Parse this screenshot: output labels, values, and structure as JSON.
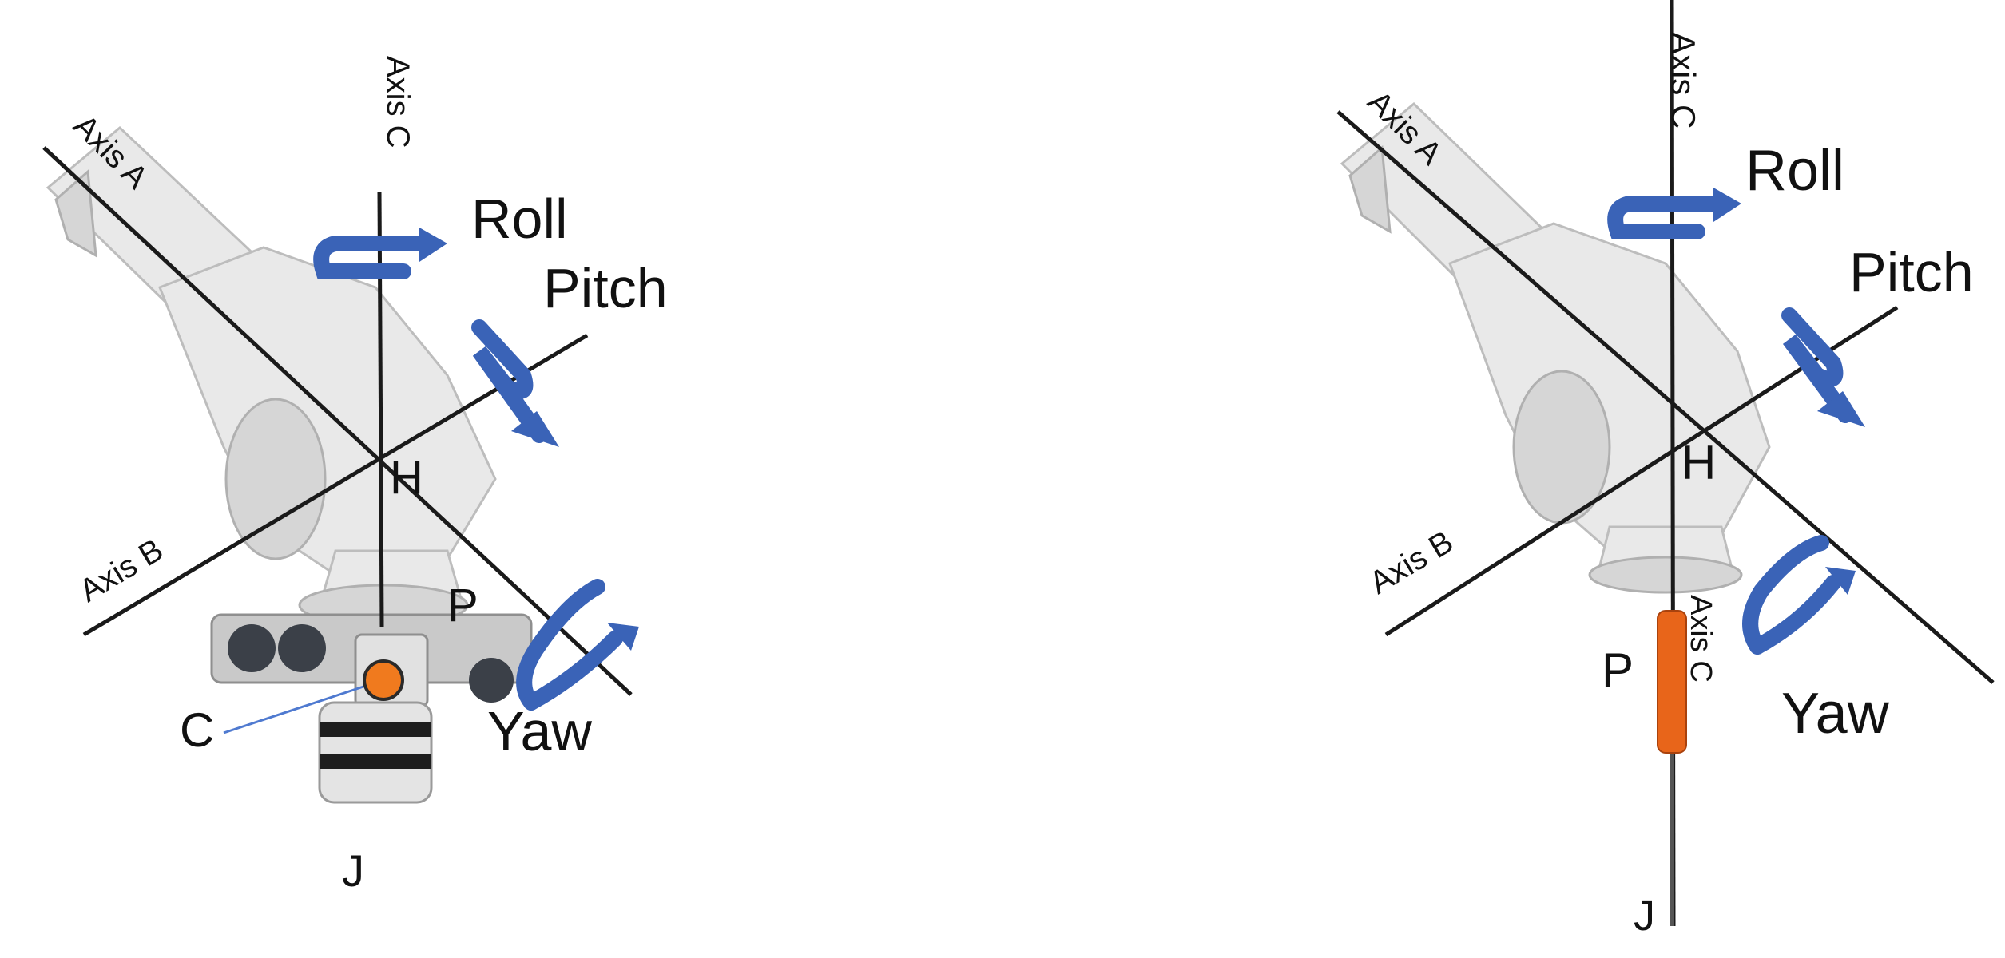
{
  "left_panel": {
    "axis_labels": {
      "a": "Axis A",
      "b": "Axis B",
      "c": "Axis C"
    },
    "rotation_labels": {
      "roll": "Roll",
      "pitch": "Pitch",
      "yaw": "Yaw"
    },
    "point_labels": {
      "h": "H",
      "p": "P",
      "c": "C",
      "j": "J"
    }
  },
  "right_panel": {
    "axis_labels": {
      "a": "Axis A",
      "b": "Axis B",
      "c": "Axis C",
      "c_on_tool": "Axis C"
    },
    "rotation_labels": {
      "roll": "Roll",
      "pitch": "Pitch",
      "yaw": "Yaw"
    },
    "point_labels": {
      "h": "H",
      "p": "P",
      "j": "J"
    }
  },
  "colors": {
    "rotation_arrow": "#3a63b7",
    "camera_marker": "#f07a1e",
    "tool_handle": "#e8651a",
    "robot_arm": "#e9e9e9"
  }
}
